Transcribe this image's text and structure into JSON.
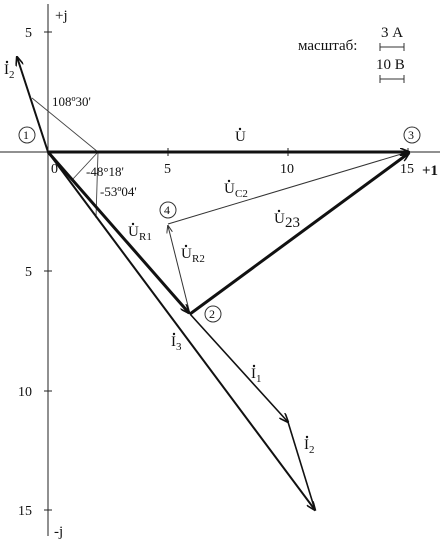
{
  "axes": {
    "plus_j": "+j",
    "minus_j": "-j",
    "plus_one": "+1",
    "origin": "0",
    "real_ticks": [
      "5",
      "10",
      "15"
    ],
    "imag_ticks_up": [
      "5"
    ],
    "imag_ticks_down": [
      "5",
      "10",
      "15"
    ]
  },
  "scale": {
    "label": "масштаб:",
    "current": "3 А",
    "voltage": "10 В"
  },
  "angles": {
    "a1": "108º30'",
    "a2": "-48°18'",
    "a3": "-53º04'"
  },
  "nodes": [
    "1",
    "2",
    "3",
    "4"
  ],
  "vectors": {
    "U": {
      "main": "U",
      "sub": ""
    },
    "UC2": {
      "main": "U",
      "sub": "C2"
    },
    "U23": {
      "main": "U",
      "sub": "23"
    },
    "UR1": {
      "main": "U",
      "sub": "R1"
    },
    "UR2": {
      "main": "U",
      "sub": "R2"
    },
    "I1": {
      "main": "I",
      "sub": "1"
    },
    "I2a": {
      "main": "I",
      "sub": "2"
    },
    "I2b": {
      "main": "I",
      "sub": "2"
    },
    "I3": {
      "main": "I",
      "sub": "3"
    }
  },
  "colors": {
    "ink": "#111111",
    "thin": "#333333",
    "background": "#ffffff"
  }
}
